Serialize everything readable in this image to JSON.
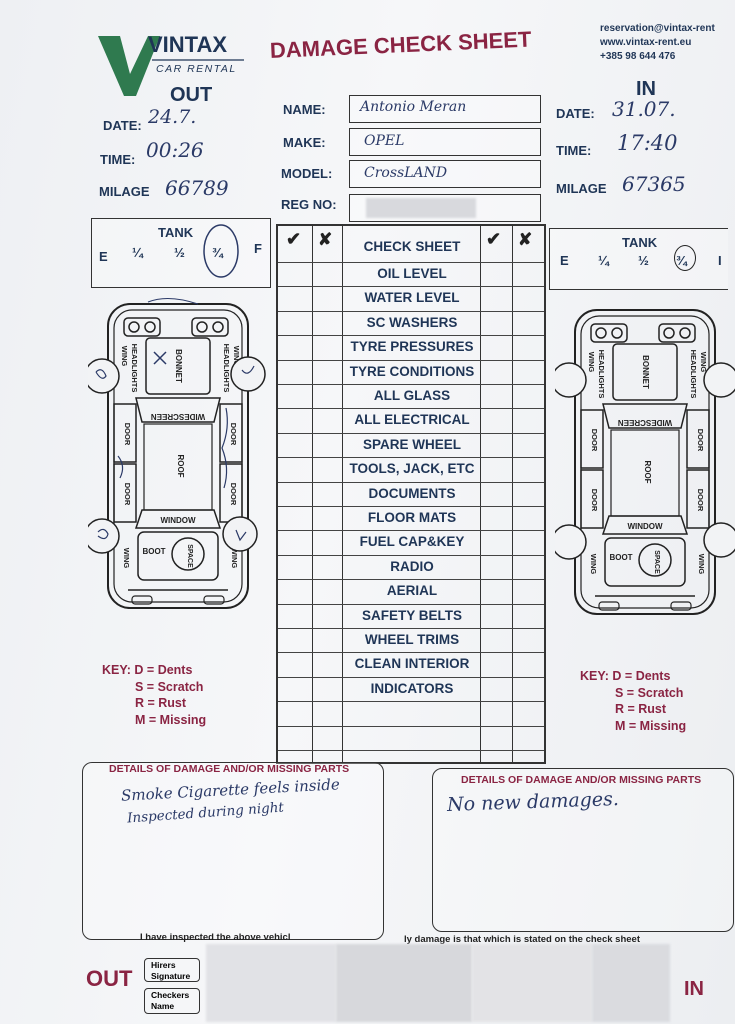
{
  "header": {
    "brand": "VINTAX",
    "brand_sub": "CAR RENTAL",
    "title": "DAMAGE CHECK SHEET",
    "contact": [
      "reservation@vintax-rent",
      "www.vintax-rent.eu",
      "+385 98 644 476"
    ]
  },
  "out": {
    "heading": "OUT",
    "date_label": "DATE:",
    "date_value": "24.7.",
    "time_label": "TIME:",
    "time_value": "00:26",
    "milage_label": "MILAGE",
    "milage_value": "66789"
  },
  "in": {
    "heading": "IN",
    "date_label": "DATE:",
    "date_value": "31.07.",
    "time_label": "TIME:",
    "time_value": "17:40",
    "milage_label": "MILAGE",
    "milage_value": "67365"
  },
  "vehicle": {
    "name_label": "NAME:",
    "name_value": "Antonio Meran",
    "make_label": "MAKE:",
    "make_value": "OPEL",
    "model_label": "MODEL:",
    "model_value": "CrossLAND",
    "reg_label": "REG NO:"
  },
  "tank": {
    "label": "TANK",
    "scale": [
      "E",
      "¼",
      "½",
      "¾",
      "F"
    ],
    "out_level_fraction": 0.75,
    "in_level_fraction": 0.75
  },
  "checklist": {
    "header": "CHECK SHEET",
    "check_mark": "✔",
    "cross_mark": "✘",
    "items": [
      "OIL LEVEL",
      "WATER LEVEL",
      "SC WASHERS",
      "TYRE PRESSURES",
      "TYRE CONDITIONS",
      "ALL GLASS",
      "ALL ELECTRICAL",
      "SPARE WHEEL",
      "TOOLS, JACK, ETC",
      "DOCUMENTS",
      "FLOOR MATS",
      "FUEL CAP&KEY",
      "RADIO",
      "AERIAL",
      "SAFETY BELTS",
      "WHEEL TRIMS",
      "CLEAN INTERIOR",
      "INDICATORS"
    ]
  },
  "diagram": {
    "wing": "WING",
    "headlights": "HEADLIGHTS",
    "bonnet": "BONNET",
    "widescreen": "WIDESCREEN",
    "door": "DOOR",
    "roof": "ROOF",
    "window": "WINDOW",
    "boot": "BOOT",
    "space": "SPACE"
  },
  "key": {
    "title": "KEY:",
    "entries": [
      "D = Dents",
      "S = Scratch",
      "R = Rust",
      "M = Missing"
    ]
  },
  "details": {
    "label": "DETAILS OF DAMAGE AND/OR MISSING PARTS",
    "out_note_line1": "Smoke Cigarette feels inside",
    "out_note_line2": "Inspected during night",
    "in_note": "No new damages."
  },
  "footer": {
    "statement_left": "I have inspected the above vehicl",
    "statement_right": "ly damage is that which is stated on the check sheet",
    "hirers_signature": "Hirers Signature",
    "checkers_name": "Checkers Name",
    "out": "OUT",
    "in": "IN"
  }
}
